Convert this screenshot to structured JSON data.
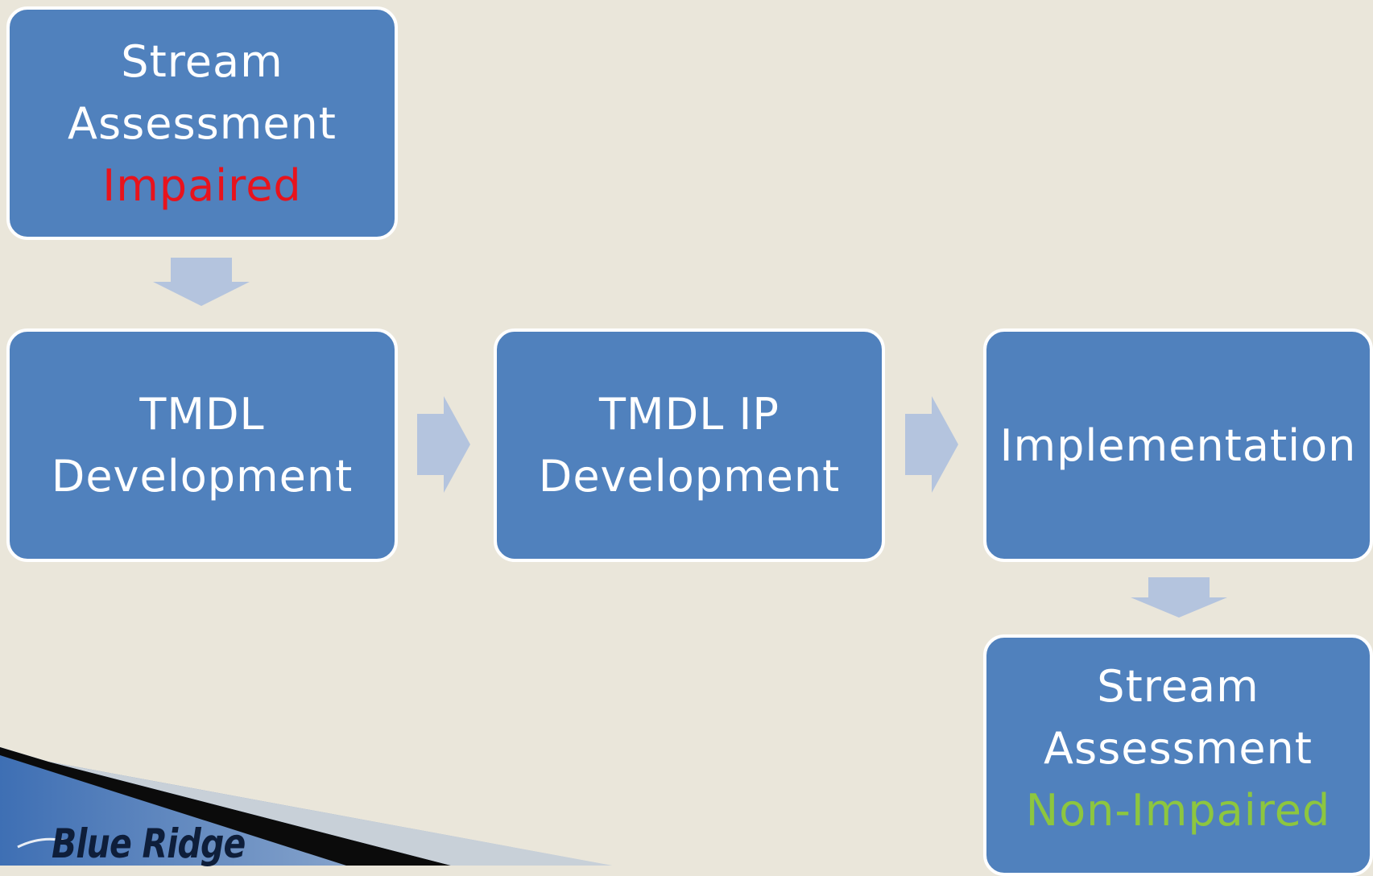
{
  "diagram": {
    "stream_assessment_top": {
      "line1": "Stream",
      "line2": "Assessment",
      "status": "Impaired",
      "status_color": "#E8131C"
    },
    "tmdl_development": {
      "line1": "TMDL",
      "line2": "Development"
    },
    "tmdl_ip_development": {
      "line1": "TMDL IP",
      "line2": "Development"
    },
    "implementation": {
      "line1": "Implementation"
    },
    "stream_assessment_bottom": {
      "line1": "Stream",
      "line2": "Assessment",
      "status": "Non-Impaired",
      "status_color": "#8DC63F"
    },
    "colors": {
      "box_fill": "#5081BD",
      "box_border": "#FFFFFF",
      "arrow": "#B4C4DE",
      "background": "#EAE6DA"
    }
  },
  "logo": {
    "text": "Blue Ridge"
  }
}
